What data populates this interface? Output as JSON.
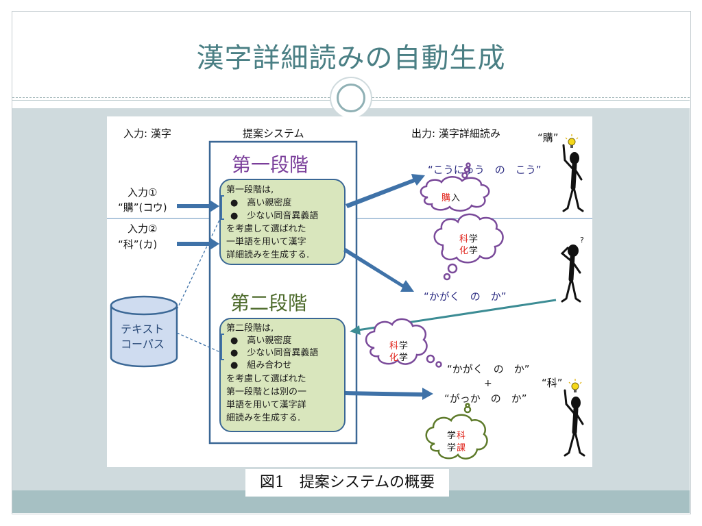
{
  "slide": {
    "title": "漢字詳細読みの自動生成",
    "caption": "図1　提案システムの概要"
  },
  "figure": {
    "headers": {
      "input": "入力: 漢字",
      "system": "提案システム",
      "output": "出力: 漢字詳細読み"
    },
    "inputs": [
      {
        "label": "入力①",
        "value": "“購”(コウ)"
      },
      {
        "label": "入力②",
        "value": "“科”(カ)"
      }
    ],
    "corpus": [
      "テキスト",
      "コーパス"
    ],
    "stage1": {
      "title": "第一段階",
      "lines": [
        "第一段階は,",
        "●　高い親密度",
        "●　少ない同音異義語",
        "を考慮して選ばれた",
        "一単語を用いて漢字",
        "詳細読みを生成する."
      ]
    },
    "stage2": {
      "title": "第二段階",
      "lines": [
        "第二段階は,",
        "●　高い親密度",
        "●　少ない同音異義語",
        "●　組み合わせ",
        "を考慮して選ばれた",
        "第一段階とは別の一",
        "単語を用いて漢字詳",
        "細読みを生成する."
      ]
    },
    "outputs": {
      "reading1": "“こうにゅう　の　こう”",
      "reading2": "“かがく　の　か”",
      "reading3": "“かがく　の　か”",
      "plus": "+",
      "reading4": "“がっか　の　か”"
    },
    "persons": {
      "quote1": "“購”",
      "quote2": "“科”",
      "question": "?"
    },
    "clouds": {
      "c1": {
        "red": "購",
        "black": "入"
      },
      "c2": {
        "l1_red": "科",
        "l1_black": "学",
        "l2_red": "化",
        "l2_black": "学"
      },
      "c3": {
        "l1_red": "科",
        "l1_black": "学",
        "l2_red": "化",
        "l2_black": "学"
      },
      "c4": {
        "l1_black": "学",
        "l1_red": "科",
        "l2_black": "学",
        "l2_red": "課"
      }
    },
    "colors": {
      "box_fill": "#d9e6bd",
      "box_border": "#3a6795",
      "arrow": "#3f72a8",
      "arrow_teal": "#3c8c94",
      "stage_title": "#7a3e9a",
      "stage2_title": "#4c6a2a",
      "cloud_purple": "#7a4a9a",
      "cloud_green": "#5d7a2a",
      "red": "#e0261e"
    }
  }
}
